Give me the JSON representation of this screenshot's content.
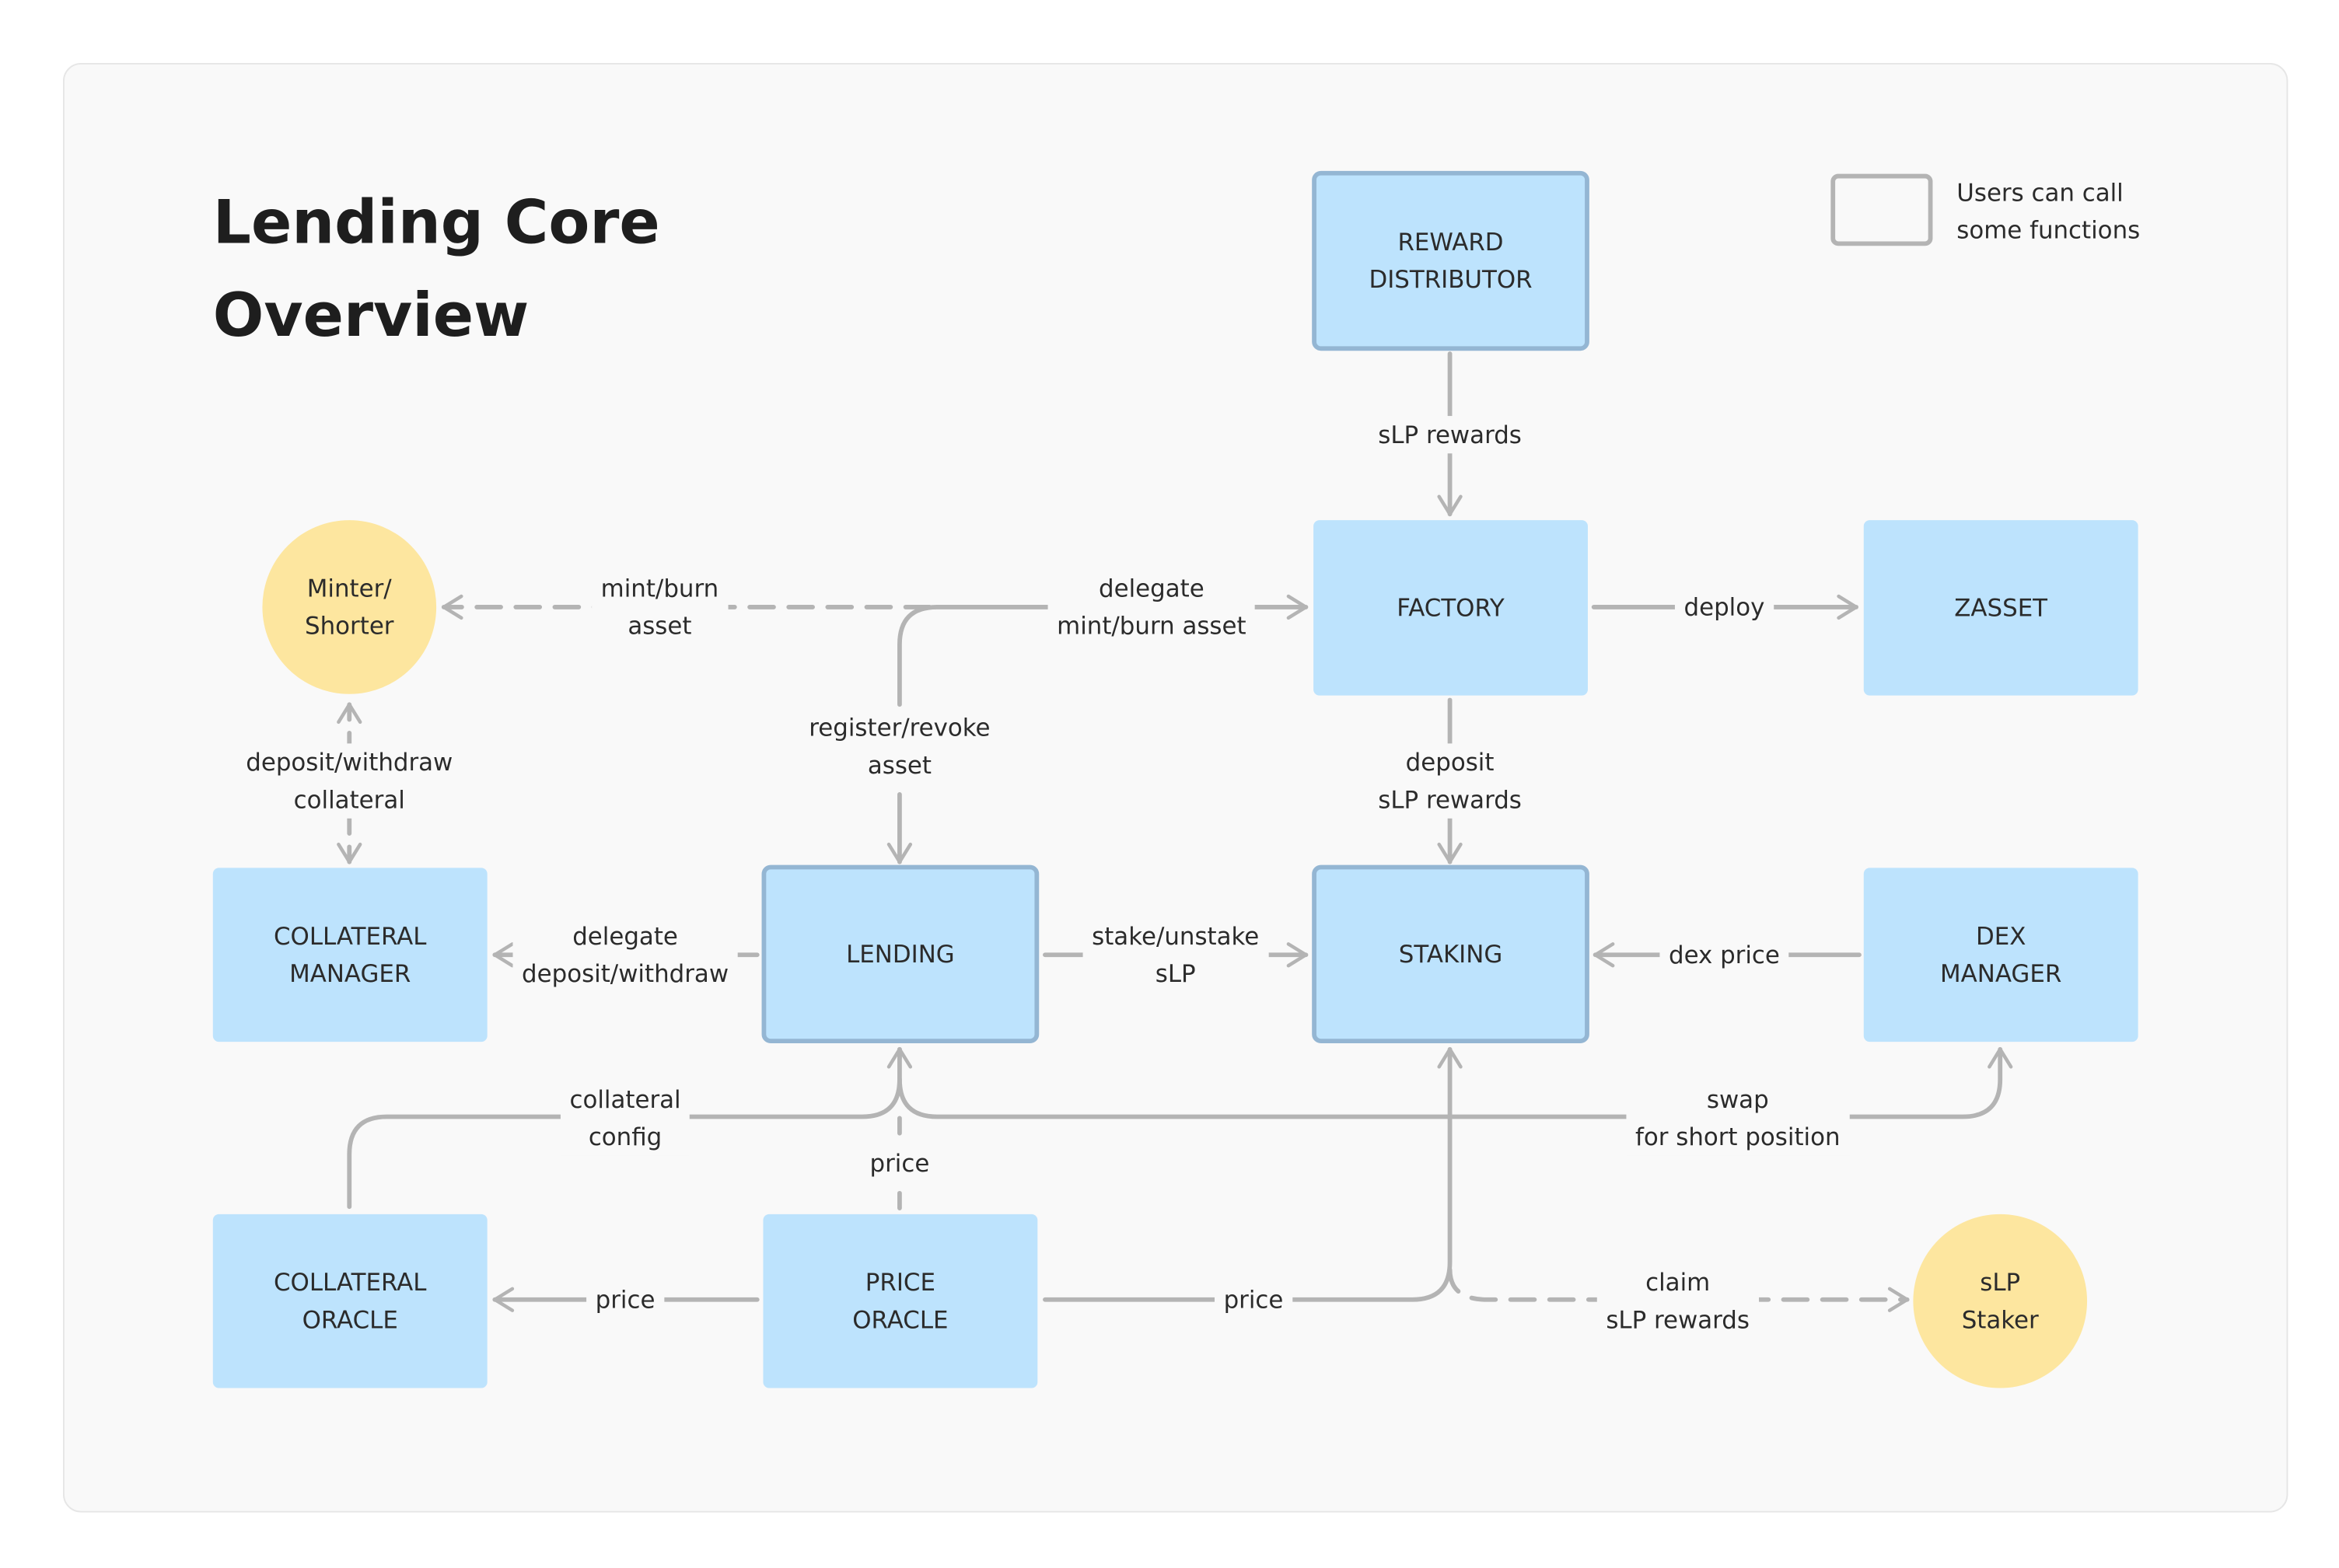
{
  "title": {
    "line1": "Lending Core",
    "line2": "Overview"
  },
  "legend": {
    "line1": "Users can call",
    "line2": "some functions"
  },
  "nodes": {
    "reward_distributor": [
      "REWARD",
      "DISTRIBUTOR"
    ],
    "factory": "FACTORY",
    "zasset": "ZASSET",
    "minter_shorter": [
      "Minter/",
      "Shorter"
    ],
    "collateral_manager": [
      "COLLATERAL",
      "MANAGER"
    ],
    "lending": "LENDING",
    "staking": "STAKING",
    "dex_manager": [
      "DEX",
      "MANAGER"
    ],
    "collateral_oracle": [
      "COLLATERAL",
      "ORACLE"
    ],
    "price_oracle": [
      "PRICE",
      "ORACLE"
    ],
    "slp_staker": [
      "sLP",
      "Staker"
    ]
  },
  "edges": {
    "slp_rewards": "sLP rewards",
    "mint_burn_asset": [
      "mint/burn",
      "asset"
    ],
    "delegate_mint_burn": [
      "delegate",
      "mint/burn asset"
    ],
    "deploy": "deploy",
    "register_revoke": [
      "register/revoke",
      "asset"
    ],
    "deposit_slp_rewards": [
      "deposit",
      "sLP rewards"
    ],
    "deposit_withdraw_collateral": [
      "deposit/withdraw",
      "collateral"
    ],
    "delegate_deposit_withdraw": [
      "delegate",
      "deposit/withdraw"
    ],
    "stake_unstake": [
      "stake/unstake",
      "sLP"
    ],
    "dex_price": "dex price",
    "collateral_config": [
      "collateral",
      "config"
    ],
    "price_to_lending": "price",
    "swap_short": [
      "swap",
      "for short position"
    ],
    "price_to_collateral_oracle": "price",
    "price_to_staking": "price",
    "claim_slp_rewards": [
      "claim",
      "sLP rewards"
    ]
  },
  "colors": {
    "panel_background": "#f9f9f9",
    "contract_box": "#bde3fd",
    "user_box_border": "#94b6d3",
    "actor_circle": "#fde69f",
    "connector": "#b4b4b4",
    "text": "#2b2b2b"
  }
}
